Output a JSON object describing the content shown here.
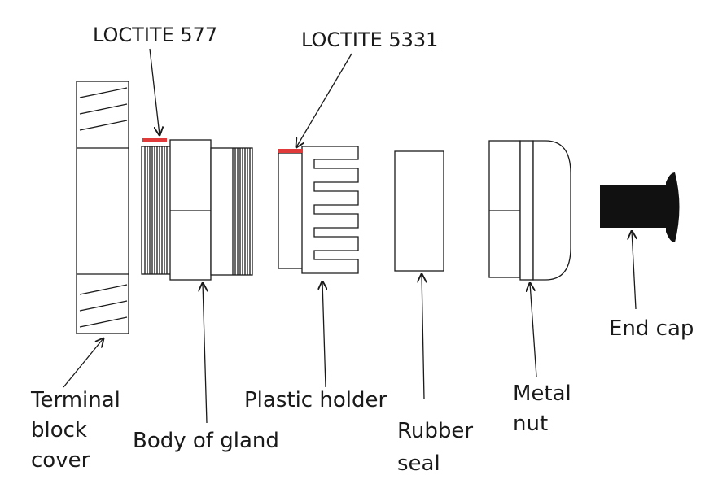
{
  "labels": {
    "loctite_577": "LOCTITE 577",
    "loctite_5331": "LOCTITE 5331",
    "terminal_block_cover": [
      "Terminal",
      "block",
      "cover"
    ],
    "body_of_gland": "Body of gland",
    "plastic_holder": "Plastic holder",
    "rubber_seal": [
      "Rubber",
      "seal"
    ],
    "metal_nut": [
      "Metal",
      "nut"
    ],
    "end_cap": "End cap"
  },
  "colors": {
    "sealant": "#e03a3a",
    "line": "#1a1a1a",
    "end_cap_fill": "#111111",
    "background": "#ffffff"
  }
}
